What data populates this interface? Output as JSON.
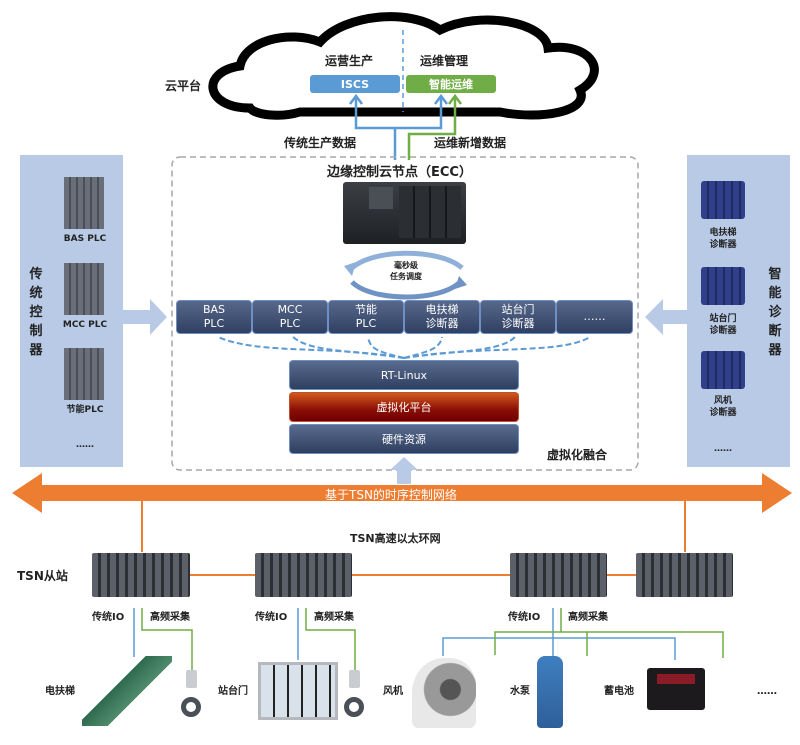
{
  "cloud": {
    "platform_label": "云平台",
    "left_heading": "运营生产",
    "right_heading": "运维管理",
    "left_box": "ISCS",
    "right_box": "智能运维",
    "left_data_label": "传统生产数据",
    "right_data_label": "运维新增数据",
    "colors": {
      "blue": "#5b9bd5",
      "green": "#70ad47"
    }
  },
  "ecc": {
    "title": "边缘控制云节点（ECC）",
    "scheduling_label": [
      "毫秒级",
      "任务调度"
    ],
    "modules": [
      "BAS\nPLC",
      "MCC\nPLC",
      "节能\nPLC",
      "电扶梯\n诊断器",
      "站台门\n诊断器",
      "……"
    ],
    "stack": [
      "RT-Linux",
      "虚拟化平台",
      "硬件资源"
    ],
    "fusion_label": "虚拟化融合"
  },
  "left_panel": {
    "title": "传统控制器",
    "devices": [
      "BAS PLC",
      "MCC PLC",
      "节能PLC"
    ],
    "more": "……"
  },
  "right_panel": {
    "title": "智能诊断器",
    "devices": [
      "电扶梯\n诊断器",
      "站台门\n诊断器",
      "风机\n诊断器"
    ],
    "more": "……"
  },
  "network": {
    "bus_label": "基于TSN的时序控制网络",
    "ring_label": "TSN高速以太环网",
    "slave_label": "TSN从站",
    "io_label": "传统IO",
    "hf_label": "高频采集",
    "bus_color": "#ed7d31"
  },
  "field_devices": [
    "电扶梯",
    "站台门",
    "风机",
    "水泵",
    "蓄电池",
    "……"
  ]
}
